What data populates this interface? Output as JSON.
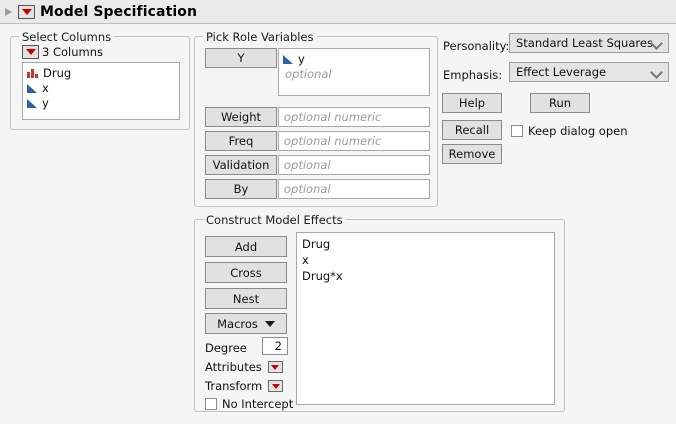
{
  "window": {
    "title": "Model Specification",
    "disclosure_icon": "triangle-collapse-icon",
    "menu_icon": "red-triangle-menu-icon"
  },
  "select_columns": {
    "legend": "Select Columns",
    "header_label": "3 Columns",
    "header_icon": "red-triangle-menu-icon",
    "columns": [
      {
        "name": "Drug",
        "type_icon": "nominal-bar-icon"
      },
      {
        "name": "x",
        "type_icon": "continuous-triangle-icon"
      },
      {
        "name": "y",
        "type_icon": "continuous-triangle-icon"
      }
    ]
  },
  "pick_role_variables": {
    "legend": "Pick Role Variables",
    "roles": [
      {
        "button": "Y",
        "assigned": [
          {
            "name": "y",
            "type_icon": "continuous-triangle-icon"
          }
        ],
        "placeholder": "optional"
      },
      {
        "button": "Weight",
        "assigned": [],
        "placeholder": "optional numeric"
      },
      {
        "button": "Freq",
        "assigned": [],
        "placeholder": "optional numeric"
      },
      {
        "button": "Validation",
        "assigned": [],
        "placeholder": "optional"
      },
      {
        "button": "By",
        "assigned": [],
        "placeholder": "optional"
      }
    ]
  },
  "construct_model_effects": {
    "legend": "Construct Model Effects",
    "buttons": [
      {
        "label": "Add"
      },
      {
        "label": "Cross"
      },
      {
        "label": "Nest"
      },
      {
        "label": "Macros",
        "has_menu": true,
        "menu_icon": "black-triangle-down-icon"
      }
    ],
    "degree_label": "Degree",
    "degree_value": "2",
    "attributes_label": "Attributes",
    "attributes_icon": "red-triangle-menu-icon",
    "transform_label": "Transform",
    "transform_icon": "red-triangle-menu-icon",
    "no_intercept_label": "No Intercept",
    "no_intercept_checked": false,
    "effects": [
      "Drug",
      "x",
      "Drug*x"
    ]
  },
  "options_panel": {
    "personality_label": "Personality:",
    "personality_value": "Standard Least Squares",
    "emphasis_label": "Emphasis:",
    "emphasis_value": "Effect Leverage",
    "help_button": "Help",
    "run_button": "Run",
    "recall_button": "Recall",
    "remove_button": "Remove",
    "keep_dialog_open_label": "Keep dialog open",
    "keep_dialog_open_checked": false
  },
  "colors": {
    "background": "#f5f5f5",
    "titlebar": "#eaeaea",
    "accent_red": "#cc0000",
    "nominal_icon": "#c0392b",
    "continuous_icon": "#2d5fa8",
    "button_face": "#e1e1e1"
  }
}
